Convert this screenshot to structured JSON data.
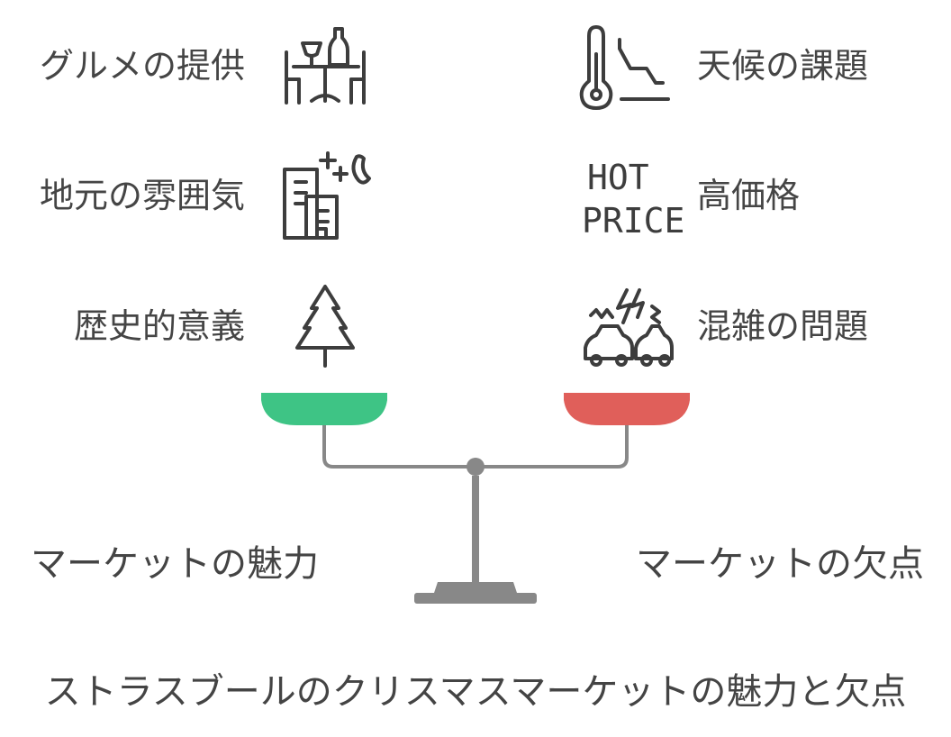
{
  "title": "ストラスブールのクリスマスマーケットの魅力と欠点",
  "left": {
    "heading": "マーケットの魅力",
    "pan_color": "#3EC485",
    "items": [
      {
        "label": "グルメの提供",
        "icon": "dining-table-icon"
      },
      {
        "label": "地元の雰囲気",
        "icon": "city-night-icon"
      },
      {
        "label": "歴史的意義",
        "icon": "pine-tree-icon"
      }
    ]
  },
  "right": {
    "heading": "マーケットの欠点",
    "pan_color": "#E05F5A",
    "items": [
      {
        "label": "天候の課題",
        "icon": "thermometer-icon"
      },
      {
        "label": "高価格",
        "icon": "hot-price-icon"
      },
      {
        "label": "混雑の問題",
        "icon": "traffic-jam-icon"
      }
    ]
  },
  "icon_text": {
    "hot": "HOT",
    "price": "PRICE"
  },
  "scale_color": "#888888"
}
